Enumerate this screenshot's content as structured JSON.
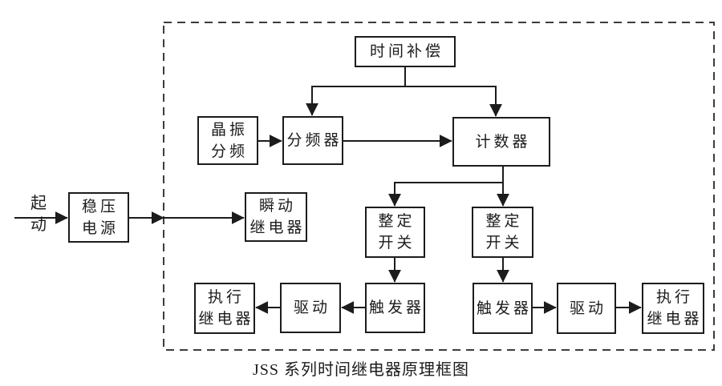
{
  "diagram": {
    "caption": "JSS 系列时间继电器原理框图",
    "input_label_lines": [
      "起",
      "动"
    ],
    "nodes": {
      "time_compensation": {
        "lines": [
          "时间补偿"
        ]
      },
      "crystal_divider": {
        "lines": [
          "晶振",
          "分频"
        ]
      },
      "frequency_divider": {
        "lines": [
          "分频器"
        ]
      },
      "counter": {
        "lines": [
          "计数器"
        ]
      },
      "regulated_power": {
        "lines": [
          "稳压",
          "电源"
        ]
      },
      "instant_relay": {
        "lines": [
          "瞬动",
          "继电器"
        ]
      },
      "setting_switch_1": {
        "lines": [
          "整定",
          "开关"
        ]
      },
      "setting_switch_2": {
        "lines": [
          "整定",
          "开关"
        ]
      },
      "trigger_1": {
        "lines": [
          "触发器"
        ]
      },
      "driver_1": {
        "lines": [
          "驱动"
        ]
      },
      "exec_relay_1": {
        "lines": [
          "执行",
          "继电器"
        ]
      },
      "trigger_2": {
        "lines": [
          "触发器"
        ]
      },
      "driver_2": {
        "lines": [
          "驱动"
        ]
      },
      "exec_relay_2": {
        "lines": [
          "执行",
          "继电器"
        ]
      }
    },
    "colors": {
      "line": "#1c1c1c",
      "dashed_border": "#3c3c3c",
      "background": "#ffffff",
      "text": "#1c1c1c"
    }
  }
}
